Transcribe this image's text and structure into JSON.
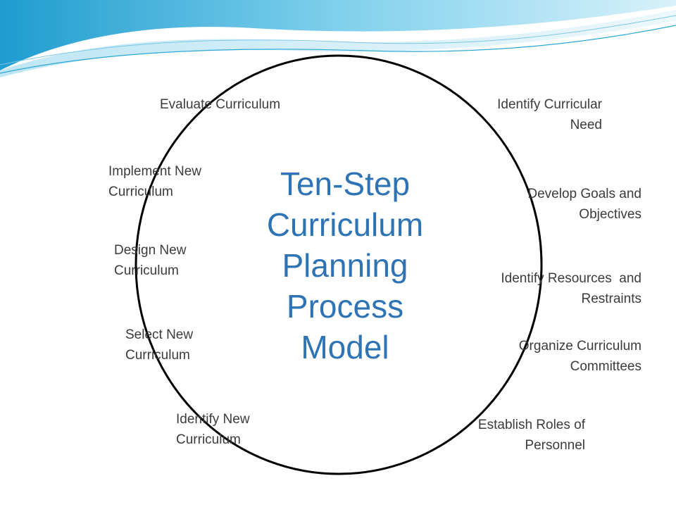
{
  "title_lines": [
    "Ten-Step",
    "Curriculum",
    "Planning",
    "Process",
    "Model"
  ],
  "steps": [
    {
      "lines": [
        "Identify Curricular",
        "Need"
      ]
    },
    {
      "lines": [
        "Develop Goals and",
        "Objectives"
      ]
    },
    {
      "lines": [
        "Identify Resources  and",
        "Restraints"
      ]
    },
    {
      "lines": [
        "Organize Curriculum",
        "Committees"
      ]
    },
    {
      "lines": [
        "Establish Roles of",
        "Personnel"
      ]
    },
    {
      "lines": [
        "Identify New",
        "Curriculum"
      ]
    },
    {
      "lines": [
        "Select New",
        "Curriculum"
      ]
    },
    {
      "lines": [
        "Design New",
        "Curriculum"
      ]
    },
    {
      "lines": [
        "Implement New",
        "Curriculum"
      ]
    },
    {
      "lines": [
        "Evaluate Curriculum"
      ]
    }
  ],
  "colors": {
    "title": "#2e74b5",
    "step_text": "#3b3b3b",
    "circle": "#000000",
    "wave_dark": "#2aa7d6",
    "wave_light": "#bfe6f4"
  }
}
